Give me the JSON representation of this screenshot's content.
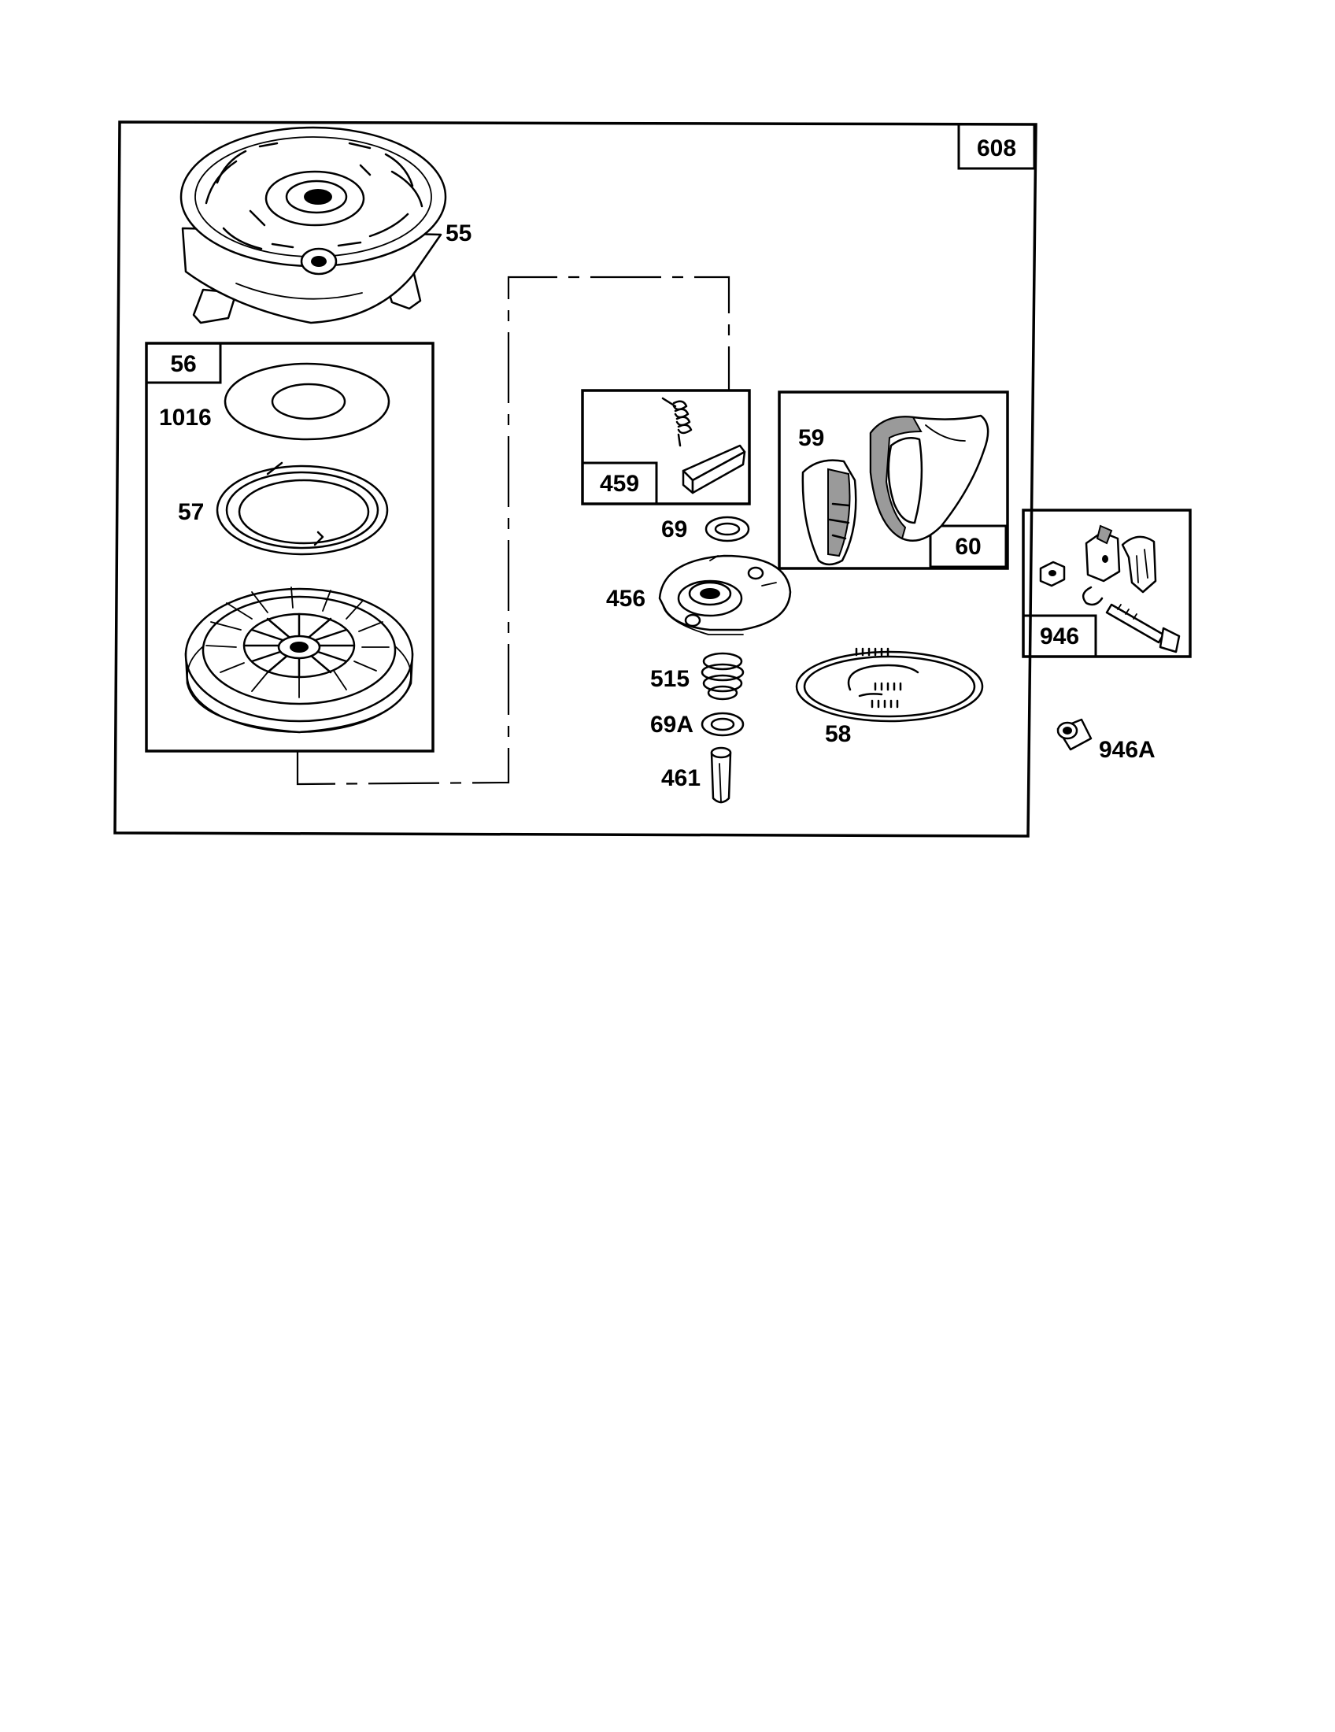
{
  "labels": {
    "p608": "608",
    "p55": "55",
    "p56": "56",
    "p1016": "1016",
    "p57": "57",
    "p459": "459",
    "p59": "59",
    "p60": "60",
    "p69": "69",
    "p456": "456",
    "p515": "515",
    "p69a": "69A",
    "p461": "461",
    "p58": "58",
    "p946": "946",
    "p946a": "946A"
  }
}
